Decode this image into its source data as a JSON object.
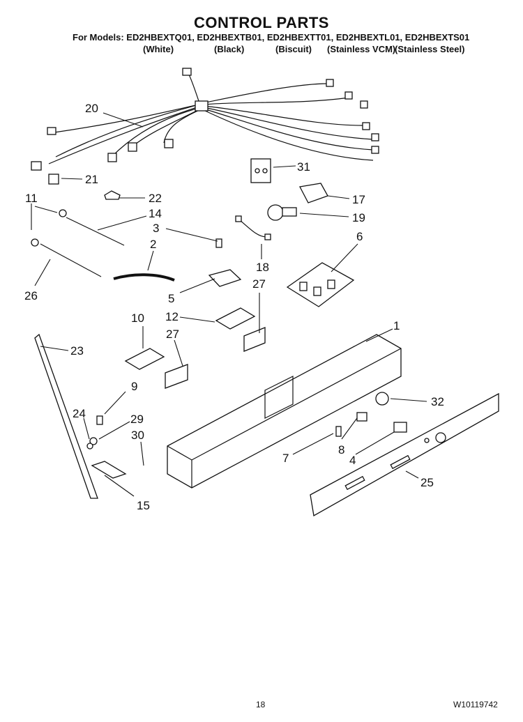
{
  "header": {
    "title": "CONTROL PARTS",
    "models_line": "For Models: ED2HBEXTQ01, ED2HBEXTB01, ED2HBEXTT01, ED2HBEXTL01, ED2HBEXTS01",
    "variants": [
      "(White)",
      "(Black)",
      "(Biscuit)",
      "(Stainless VCM)",
      "(Stainless Steel)"
    ]
  },
  "callouts": [
    "20",
    "21",
    "31",
    "11",
    "22",
    "17",
    "14",
    "19",
    "3",
    "6",
    "2",
    "18",
    "26",
    "5",
    "27",
    "10",
    "12",
    "1",
    "27",
    "23",
    "9",
    "32",
    "24",
    "29",
    "30",
    "8",
    "7",
    "4",
    "25",
    "15"
  ],
  "footer": {
    "page_number": "18",
    "doc_number": "W10119742"
  }
}
